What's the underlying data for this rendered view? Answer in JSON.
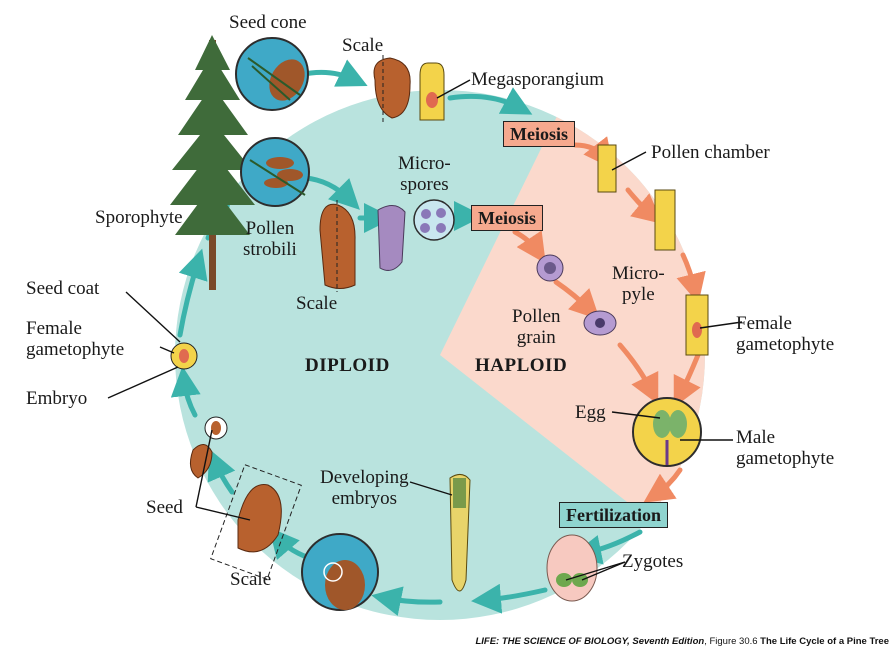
{
  "colors": {
    "diploid_fill": "#b9e3de",
    "haploid_fill": "#fbd9cc",
    "cycle_arrow": "#3bb3ab",
    "haploid_arrow": "#f08a62",
    "meiosis_box": "#f6a98e",
    "fertilization_box": "#8fd4cf"
  },
  "zones": {
    "diploid": "DIPLOID",
    "haploid": "HAPLOID"
  },
  "steps": {
    "meiosis_1": "Meiosis",
    "meiosis_2": "Meiosis",
    "fertilization": "Fertilization"
  },
  "labels": {
    "seed_cone": "Seed cone",
    "scale_top": "Scale",
    "megasporangium": "Megasporangium",
    "pollen_chamber": "Pollen chamber",
    "microspores": [
      "Micro-",
      "spores"
    ],
    "sporophyte": "Sporophyte",
    "pollen_strobili": [
      "Pollen",
      "strobili"
    ],
    "scale_mid": "Scale",
    "micropyle": [
      "Micro-",
      "pyle"
    ],
    "seed_coat": "Seed coat",
    "female_gametophyte_left": [
      "Female",
      "gametophyte"
    ],
    "embryo": "Embryo",
    "pollen_grain": [
      "Pollen",
      "grain"
    ],
    "female_gametophyte_right": [
      "Female",
      "gametophyte"
    ],
    "egg": "Egg",
    "male_gametophyte": [
      "Male",
      "gametophyte"
    ],
    "developing_embryos": [
      "Developing",
      "embryos"
    ],
    "seed": "Seed",
    "scale_bottom": "Scale",
    "zygotes": "Zygotes"
  },
  "caption": {
    "book": "LIFE: THE SCIENCE OF BIOLOGY, Seventh Edition",
    "figure": ", Figure 30.6",
    "title": " The Life Cycle of a Pine Tree"
  },
  "icons": [
    "pine-tree-icon",
    "seed-cone-icon",
    "pollen-strobili-icon",
    "scale-icon",
    "ovule-icon",
    "microspores-icon",
    "pollen-grain-icon",
    "egg-fertilization-icon",
    "zygotes-icon",
    "developing-embryo-icon",
    "seed-icon",
    "cone-scale-icon"
  ]
}
